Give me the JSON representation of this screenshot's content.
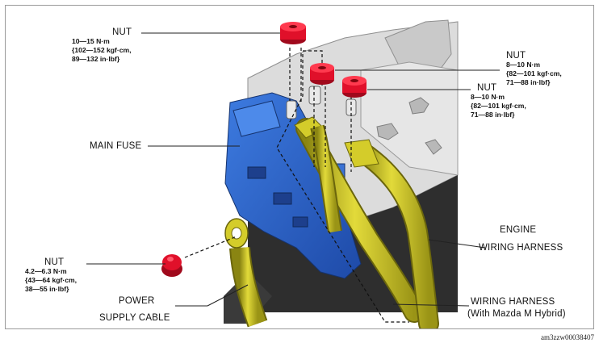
{
  "labels": {
    "nut_top_left": {
      "title": "NUT",
      "spec": [
        "10—15 N·m",
        "{102—152 kgf·cm,",
        "89—132 in·lbf}"
      ]
    },
    "nut_top_right": {
      "title": "NUT",
      "spec": [
        "8—10 N·m",
        "{82—101 kgf·cm,",
        "71—88 in·lbf}"
      ]
    },
    "nut_right": {
      "title": "NUT",
      "spec": [
        "8—10 N·m",
        "{82—101 kgf·cm,",
        "71—88 in·lbf}"
      ]
    },
    "main_fuse": "MAIN FUSE",
    "nut_lower_left": {
      "title": "NUT",
      "spec": [
        "4.2—6.3 N·m",
        "{43—64 kgf·cm,",
        "38—55 in·lbf}"
      ]
    },
    "power_supply_cable": [
      "POWER",
      "SUPPLY CABLE"
    ],
    "engine_wiring_harness": [
      "ENGINE",
      "WIRING HARNESS"
    ],
    "wiring_harness_hybrid": [
      "WIRING HARNESS",
      "(With Mazda M Hybrid)"
    ]
  },
  "figure_id": "am3zzw00038407",
  "colors": {
    "fuse_blue": "#2f63c9",
    "cable_yellow": "#d4cc2a",
    "nut_red": "#e0102a",
    "engine_gray": "#d9d9d9"
  }
}
